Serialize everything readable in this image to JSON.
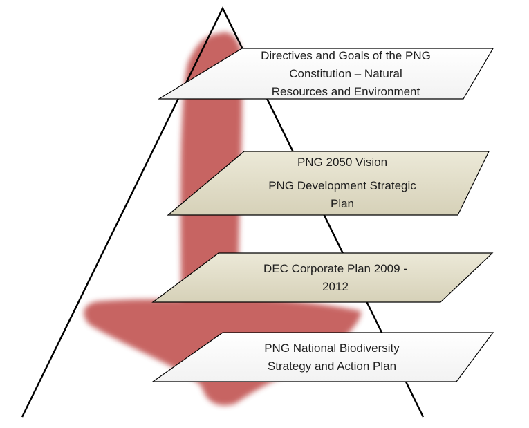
{
  "diagram": {
    "colors": {
      "arrow": "#c0504d",
      "outline": "#000000",
      "white_plate": "#ffffff",
      "beige_plate": "#ddd9c3",
      "text": "#1e1e1e"
    },
    "plates": [
      {
        "fill": "white",
        "lines": [
          "Directives and Goals of the PNG",
          "Constitution – Natural",
          "Resources  and Environment"
        ]
      },
      {
        "fill": "beige",
        "lines": [
          "PNG 2050 Vision",
          "PNG Development Strategic",
          "Plan"
        ]
      },
      {
        "fill": "beige",
        "lines": [
          "DEC Corporate Plan 2009 -",
          "2012"
        ]
      },
      {
        "fill": "white",
        "lines": [
          "PNG National Biodiversity",
          "Strategy and Action Plan"
        ]
      }
    ]
  }
}
